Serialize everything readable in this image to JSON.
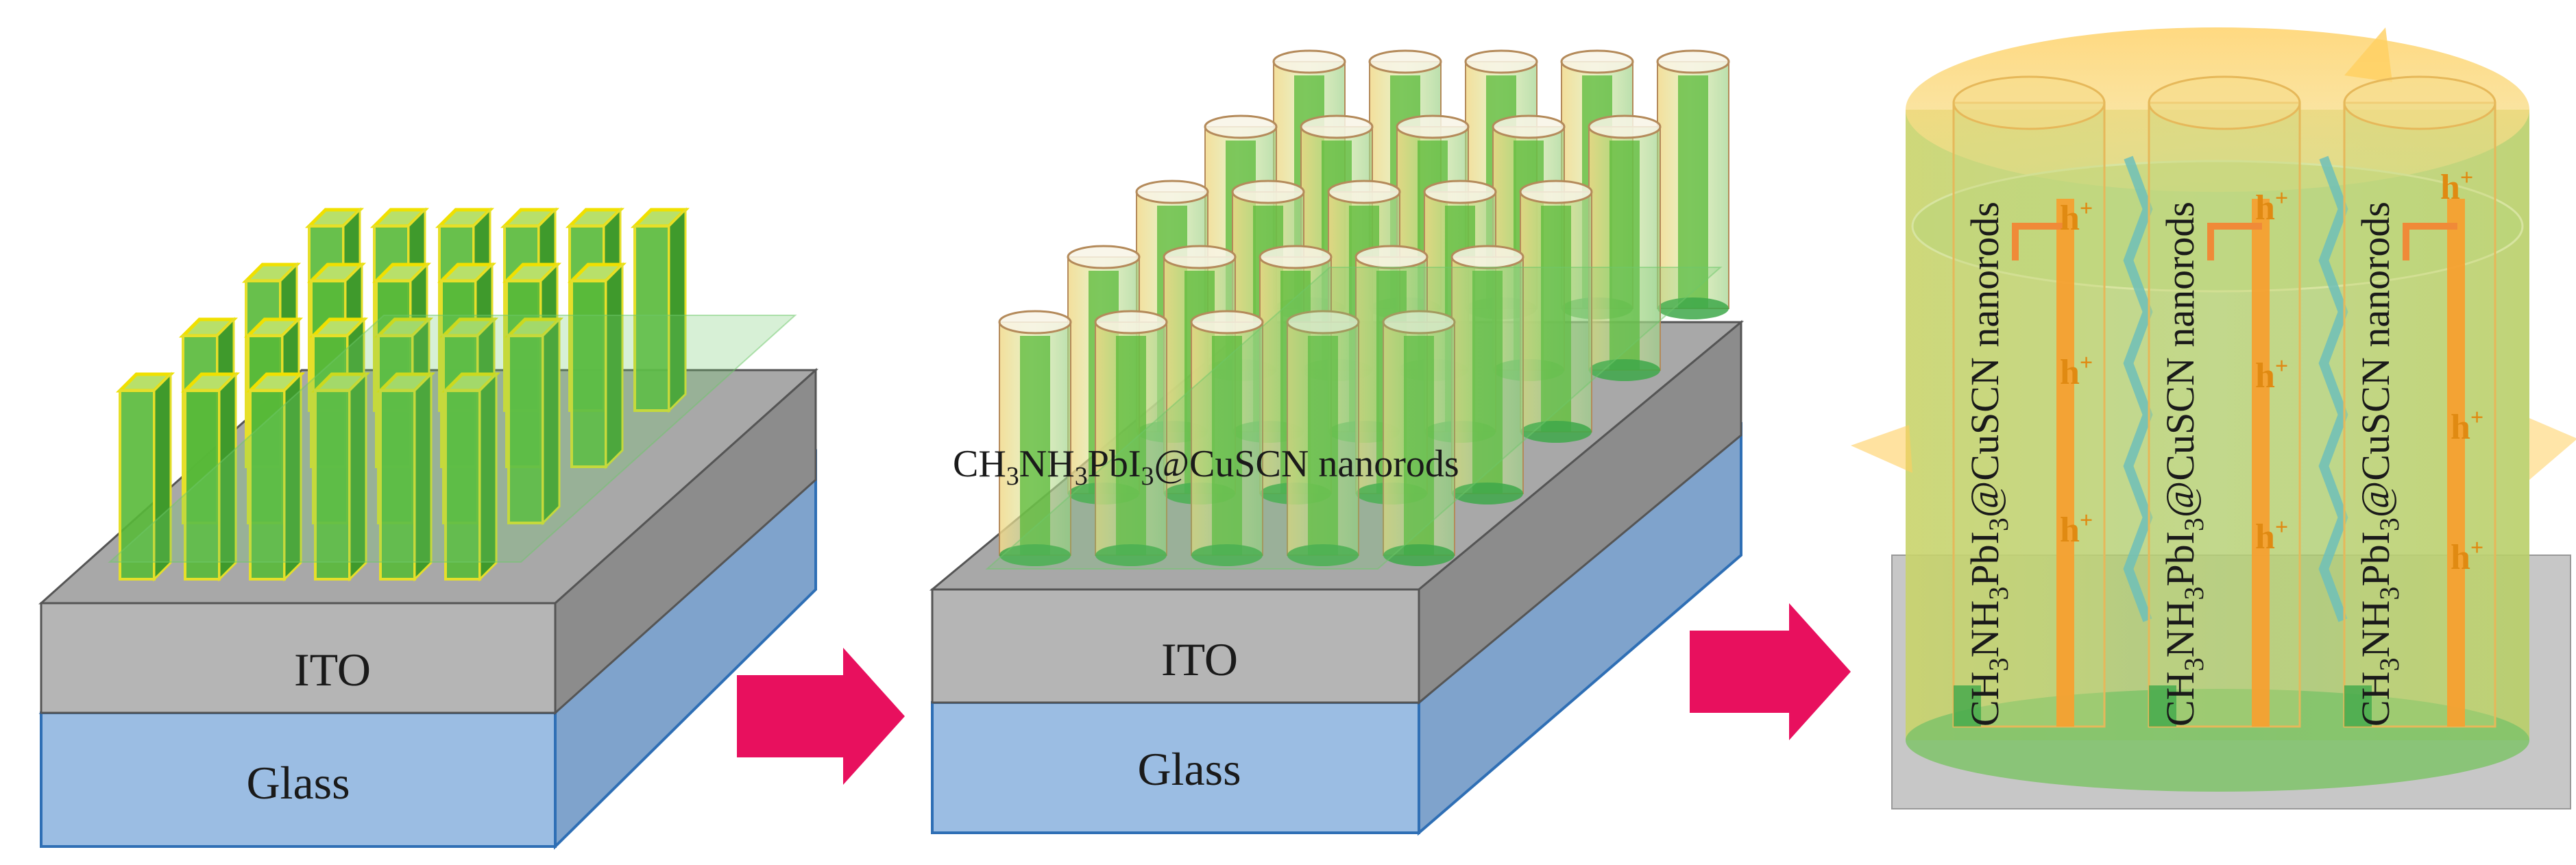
{
  "panel1": {
    "layer_top": "ITO",
    "layer_bottom": "Glass"
  },
  "panel2": {
    "layer_top": "ITO",
    "layer_bottom": "Glass",
    "rod_label": {
      "a": "CH",
      "s1": "3",
      "b": "NH",
      "s2": "3",
      "c": "PbI",
      "s3": "3",
      "d": "@CuSCN nanorods"
    }
  },
  "panel3": {
    "rod_label": {
      "a": "CH",
      "s1": "3",
      "b": "NH",
      "s2": "3",
      "c": "PbI",
      "s3": "3",
      "d": "@CuSCN nanorods"
    },
    "hole_label": "h",
    "hole_sup": "+"
  },
  "colors": {
    "ito_top": "#a8a8a8",
    "ito_front": "#b5b5b5",
    "ito_side": "#8c8c8c",
    "glass_front": "#9bbde3",
    "glass_side": "#7fa3cc",
    "glass_edge": "#2f6fb5",
    "rod_green": "#58b938",
    "rod_yellow": "#f2d24a",
    "perovskite_orange": "#f5a030",
    "arrow": "#e8105e",
    "hole_text": "#e08a12",
    "wave": "#6fc0b8"
  }
}
